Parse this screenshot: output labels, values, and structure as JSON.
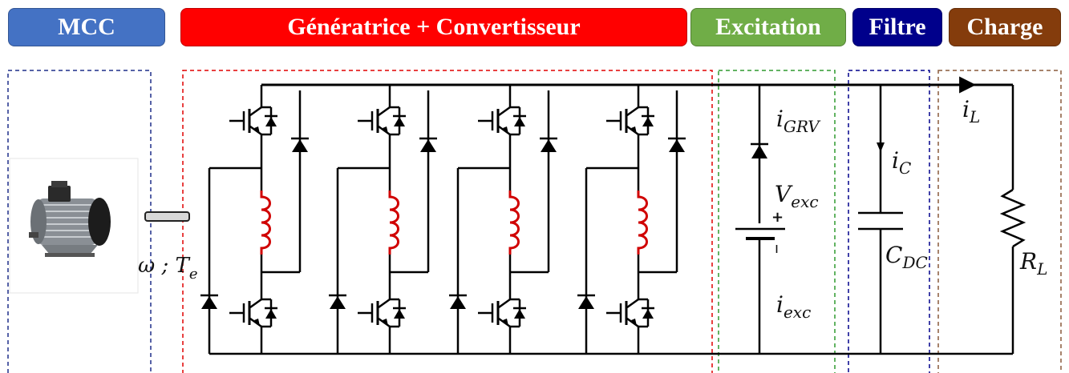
{
  "headers": {
    "mcc": "MCC",
    "gen": "Génératrice + Convertisseur",
    "excitation": "Excitation",
    "filtre": "Filtre",
    "charge": "Charge"
  },
  "colors": {
    "mcc": "#4472c4",
    "gen": "#ff0000",
    "excitation": "#70ad47",
    "filtre": "#00008b",
    "charge": "#843c0c",
    "coil": "#d00000"
  },
  "labels": {
    "shaft": "ω ; T",
    "shaft_sub": "e",
    "i_grv": "i",
    "i_grv_sub": "GRV",
    "v_exc": "V",
    "v_exc_sub": "exc",
    "plus": "+",
    "minus": "ı",
    "i_exc": "i",
    "i_exc_sub": "exc",
    "i_c": "i",
    "i_c_sub": "C",
    "c_dc": "C",
    "c_dc_sub": "DC",
    "i_l": "i",
    "i_l_sub": "L",
    "r_l": "R",
    "r_l_sub": "L"
  }
}
